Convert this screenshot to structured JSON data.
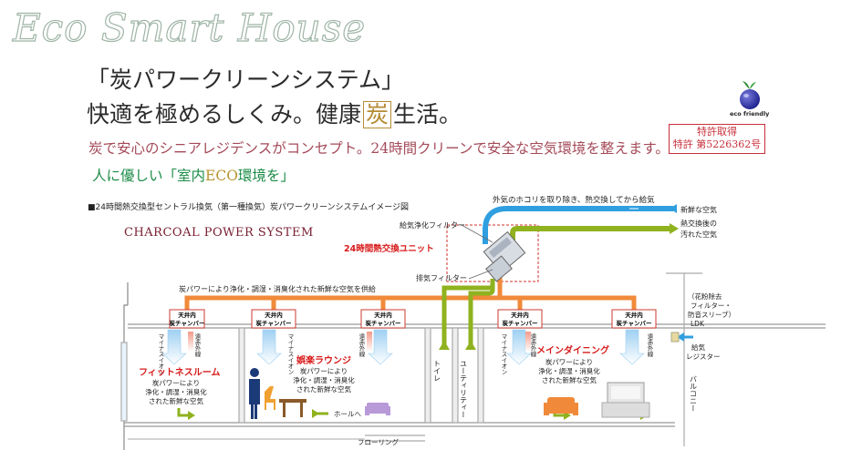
{
  "header": {
    "script_title": "Eco Smart House",
    "heading_line1": "「炭パワークリーンシステム」",
    "heading_line2_pre": "快適を極めるしくみ。健康",
    "heading_line2_box": "炭",
    "heading_line2_post": "生活。",
    "lead": "炭で安心のシニアレジデンスがコンセプト。24時間クリーンで安全な空気環境を整えます。",
    "sub_pre": "人に優しい「室内",
    "sub_eco": "ECO",
    "sub_post": "環境を」",
    "patent_line1": "特許取得",
    "patent_line2": "特許 第5226362号",
    "eco_logo_text": "eco friendly"
  },
  "diagram": {
    "caption": "■24時間熱交換型セントラル換気（第一種換気）炭パワークリーンシステムイメージ図",
    "system_name": "CHARCOAL POWER SYSTEM",
    "top_note": "外気のホコリを取り除き、熱交換してから給気",
    "fresh_air": "新鮮な空気",
    "exhaust_line1": "熱交換後の",
    "exhaust_line2": "汚れた空気",
    "supply_filter": "給気浄化フィルター",
    "exhaust_filter": "排気フィルター",
    "unit_label": "24時間熱交換ユニット",
    "supply_note": "炭パワーにより浄化・調湿・消臭化された新鮮な空気を供給",
    "chamber_line1": "天井内",
    "chamber_line2": "炭チャンバー",
    "minus_ion": "マイナスイオン",
    "far_ir": "遠赤外線",
    "rooms": {
      "fitness": "フィットネスルーム",
      "lounge": "娯楽ラウンジ",
      "dining": "メインダイニング"
    },
    "room_desc_l1": "炭パワーにより",
    "room_desc_l2": "浄化・調湿・消臭化",
    "room_desc_l3": "された新鮮な空気",
    "toilet": "トイレ",
    "utility": "ユーティリティー",
    "hall": "ホールへ",
    "flooring": "フローリング",
    "ldk_note_l1": "（花粉除去",
    "ldk_note_l2": "フィルター・",
    "ldk_note_l3": "防音スリーブ）",
    "ldk_note_l4": "LDK",
    "register_l1": "給気",
    "register_l2": "レジスター",
    "balcony": "バルコニー"
  },
  "colors": {
    "orange_duct": "#f08a3a",
    "green_duct": "#8fb21e",
    "blue_duct": "#2f9fe0",
    "chamber_border": "#cc3a30",
    "room_label": "#d81a1a"
  }
}
